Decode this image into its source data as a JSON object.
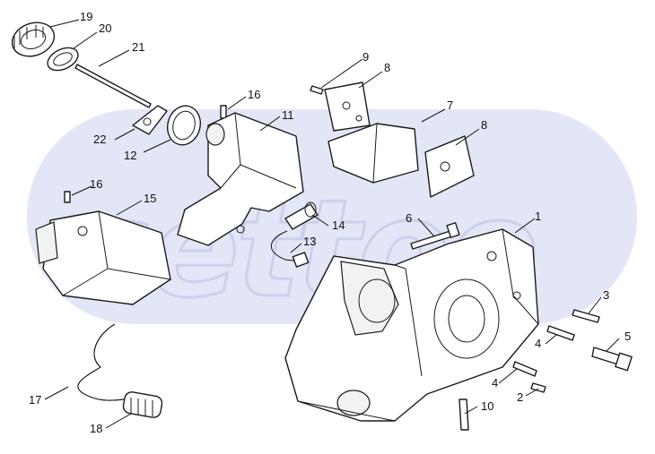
{
  "diagram": {
    "watermark": "settoo",
    "callouts": [
      {
        "id": "c19",
        "label": "19"
      },
      {
        "id": "c20",
        "label": "20"
      },
      {
        "id": "c21",
        "label": "21"
      },
      {
        "id": "c22",
        "label": "22"
      },
      {
        "id": "c12",
        "label": "12"
      },
      {
        "id": "c16a",
        "label": "16"
      },
      {
        "id": "c11",
        "label": "11"
      },
      {
        "id": "c9",
        "label": "9"
      },
      {
        "id": "c8a",
        "label": "8"
      },
      {
        "id": "c7",
        "label": "7"
      },
      {
        "id": "c8b",
        "label": "8"
      },
      {
        "id": "c16b",
        "label": "16"
      },
      {
        "id": "c15",
        "label": "15"
      },
      {
        "id": "c14",
        "label": "14"
      },
      {
        "id": "c13",
        "label": "13"
      },
      {
        "id": "c6",
        "label": "6"
      },
      {
        "id": "c1",
        "label": "1"
      },
      {
        "id": "c3",
        "label": "3"
      },
      {
        "id": "c5",
        "label": "5"
      },
      {
        "id": "c4a",
        "label": "4"
      },
      {
        "id": "c4b",
        "label": "4"
      },
      {
        "id": "c2",
        "label": "2"
      },
      {
        "id": "c10",
        "label": "10"
      },
      {
        "id": "c17",
        "label": "17"
      },
      {
        "id": "c18",
        "label": "18"
      }
    ]
  }
}
